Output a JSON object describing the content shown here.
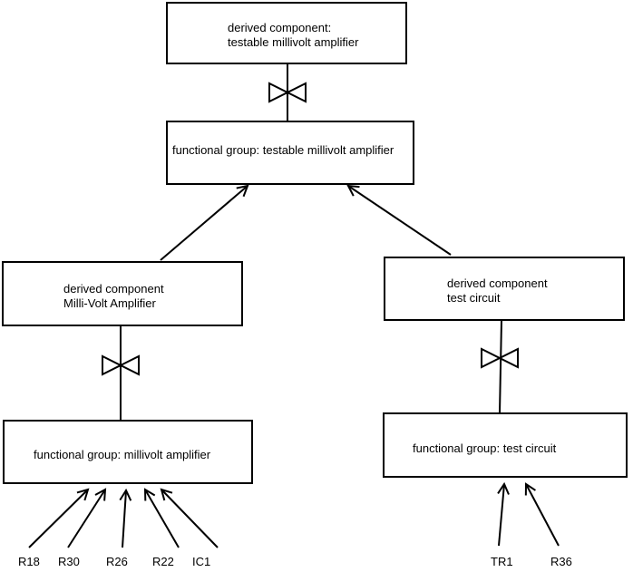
{
  "diagram": {
    "type": "component-hierarchy",
    "colors": {
      "background": "#ffffff",
      "line": "#000000",
      "text": "#000000"
    },
    "symbols": {
      "join": "bowtie-join-icon",
      "arrowhead": "open-v-arrowhead"
    },
    "nodes": {
      "derived_testable": {
        "line1": "derived component:",
        "line2": "testable millivolt amplifier"
      },
      "fg_testable": {
        "line1": "functional group: testable millivolt amplifier"
      },
      "derived_mva": {
        "line1": "derived component",
        "line2": "Milli-Volt Amplifier"
      },
      "derived_test": {
        "line1": "derived component",
        "line2": "test circuit"
      },
      "fg_mva": {
        "line1": "functional group: millivolt amplifier"
      },
      "fg_test": {
        "line1": "functional group: test circuit"
      }
    },
    "leaves": {
      "left": [
        "R18",
        "R30",
        "R26",
        "R22",
        "IC1"
      ],
      "right": [
        "TR1",
        "R36"
      ]
    }
  }
}
